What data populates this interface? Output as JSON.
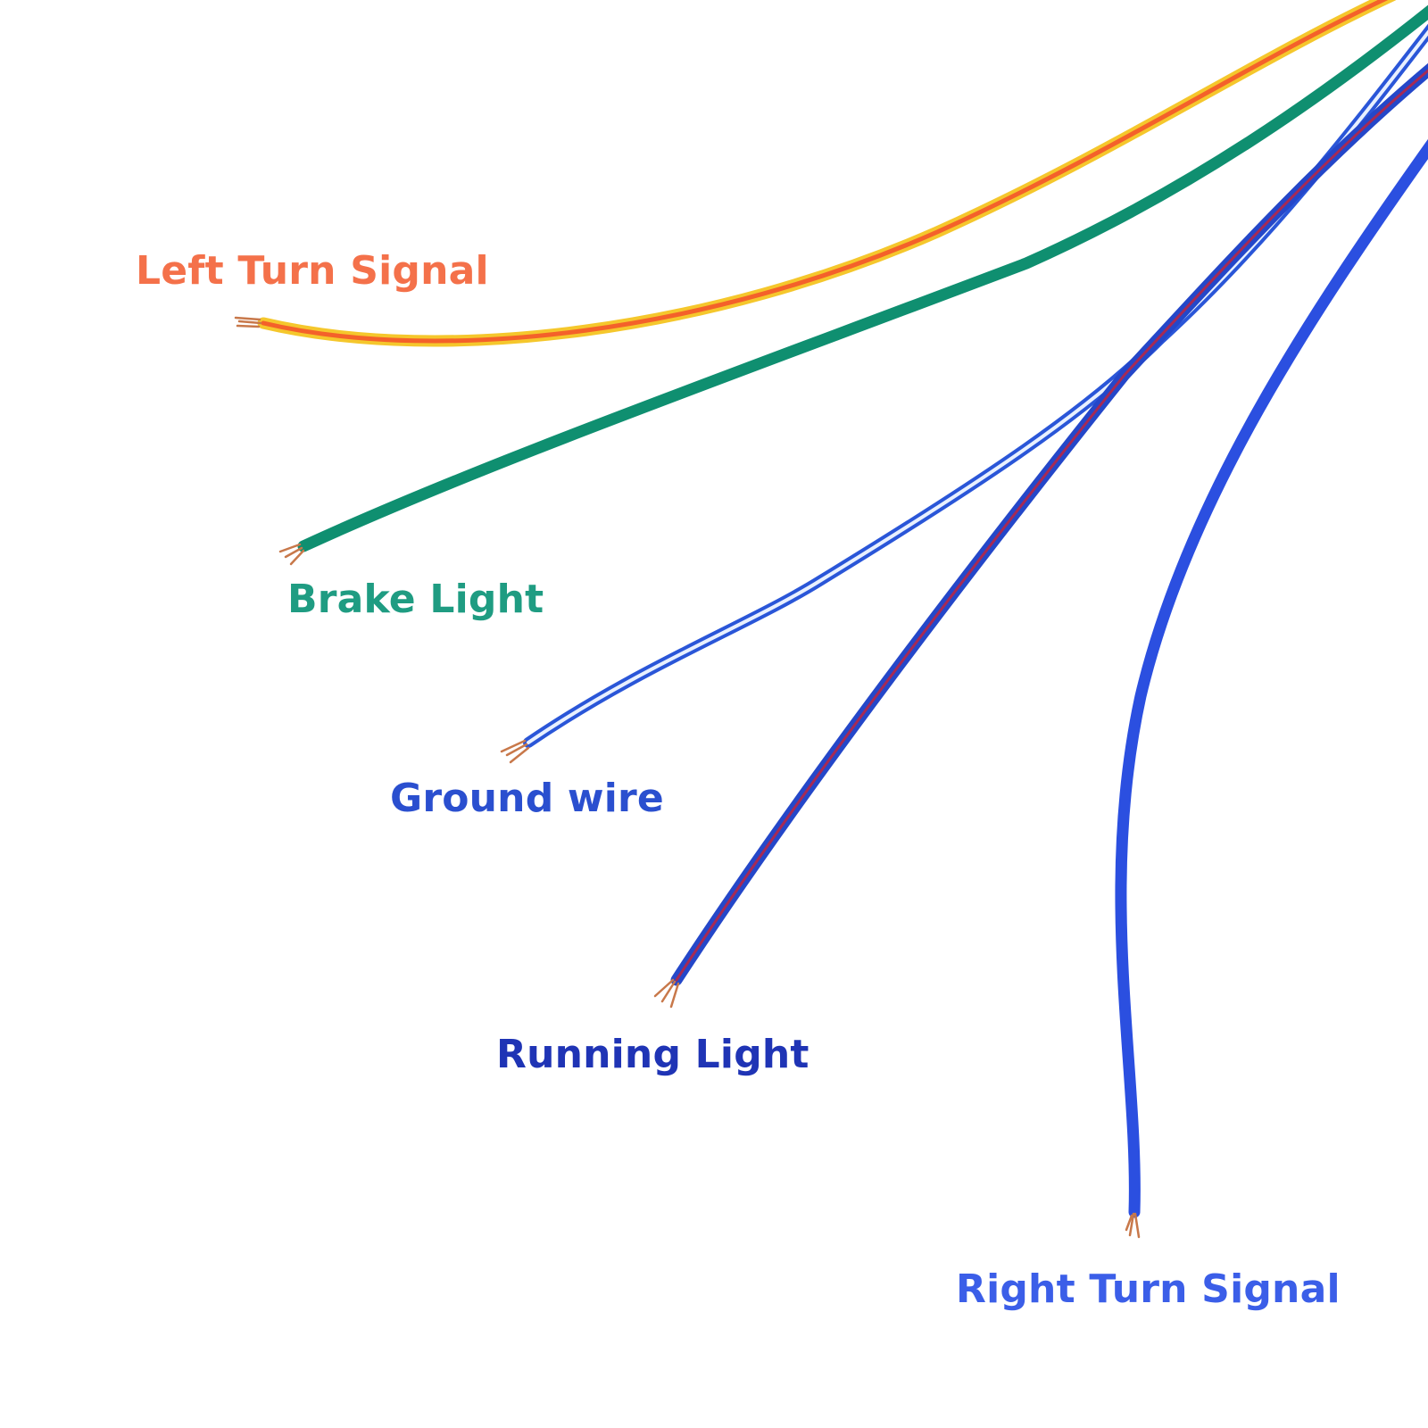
{
  "labels": {
    "left_turn_signal": "Left Turn Signal",
    "brake_light": "Brake Light",
    "ground_wire": "Ground wire",
    "running_light": "Running Light",
    "right_turn_signal": "Right Turn Signal"
  },
  "colors": {
    "background": "#ffffff",
    "left_turn_text": "#f4714a",
    "left_turn_wire_outer": "#f5c72c",
    "left_turn_wire_stripe": "#f4612a",
    "brake_text": "#1f9c82",
    "brake_wire": "#0f8f70",
    "ground_text": "#2a4fcf",
    "ground_wire": "#2a56d8",
    "ground_wire_stripe": "#e8f0ff",
    "running_text": "#1f34b5",
    "running_wire": "#2447c9",
    "running_wire_stripe": "#a62a55",
    "right_turn_text": "#3b5ee8",
    "right_turn_wire": "#2b4fe0",
    "copper": "#c8784a"
  }
}
